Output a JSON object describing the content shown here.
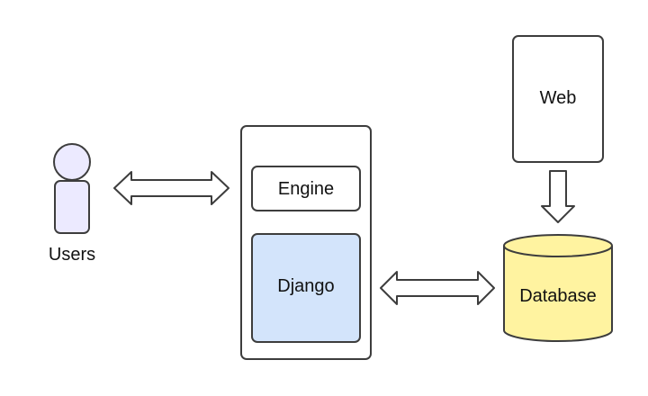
{
  "diagram": {
    "nodes": {
      "users": {
        "label": "Users",
        "icon": "person-icon"
      },
      "engine": {
        "label": "Engine"
      },
      "django": {
        "label": "Django"
      },
      "web": {
        "label": "Web"
      },
      "database": {
        "label": "Database",
        "icon": "cylinder-icon"
      }
    },
    "edges": [
      {
        "from": "users",
        "to": "server",
        "direction": "both"
      },
      {
        "from": "django",
        "to": "database",
        "direction": "both"
      },
      {
        "from": "web",
        "to": "database",
        "direction": "forward"
      }
    ]
  },
  "colors": {
    "stroke": "#3d3d3d",
    "person_fill": "#eceaff",
    "django_fill": "#d3e4fb",
    "database_fill": "#fff3a0",
    "box_fill": "#ffffff",
    "text": "#111111"
  }
}
